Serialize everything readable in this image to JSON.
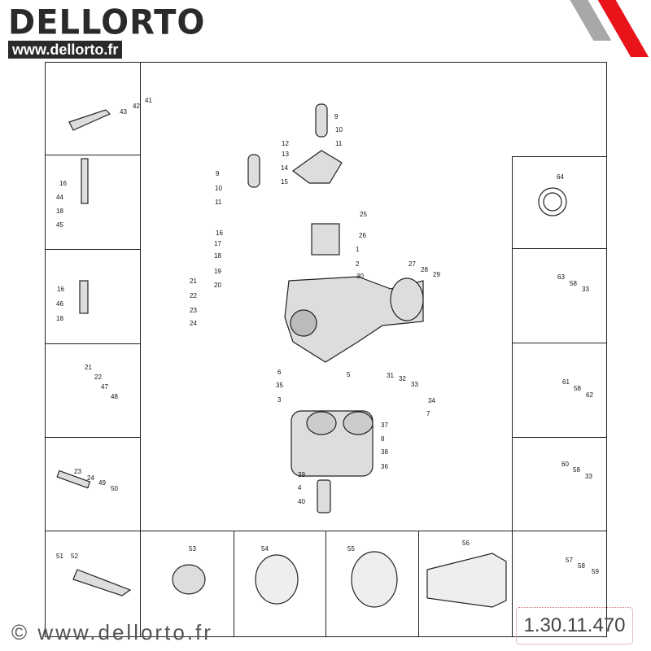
{
  "header": {
    "brand": "DELLORTO",
    "url_badge": "www.dellorto.fr",
    "accent_colors": {
      "red": "#e8141a",
      "grey": "#a8a8a8"
    }
  },
  "footer": {
    "copyright": "© www.dellorto.fr",
    "reference_number": "1.30.11.470"
  },
  "labels": {
    "left_box_1": [
      "41",
      "42",
      "43"
    ],
    "left_box_2": [
      "16",
      "44",
      "18",
      "45"
    ],
    "left_box_3": [
      "16",
      "46",
      "18"
    ],
    "left_box_4": [
      "21",
      "22",
      "47",
      "48"
    ],
    "left_box_5": [
      "23",
      "24",
      "49",
      "50"
    ],
    "bottom_box_1": [
      "51",
      "52"
    ],
    "bottom_box_2": [
      "53"
    ],
    "bottom_box_3": [
      "54"
    ],
    "bottom_box_4": [
      "55"
    ],
    "bottom_box_5": [
      "56"
    ],
    "bottom_box_6": [
      "57",
      "58",
      "59"
    ],
    "right_box_1": [
      "64"
    ],
    "right_box_2": [
      "63",
      "58",
      "33"
    ],
    "right_box_3": [
      "61",
      "58",
      "62"
    ],
    "right_box_4": [
      "60",
      "58",
      "33"
    ],
    "center": [
      "9",
      "10",
      "11",
      "12",
      "13",
      "14",
      "15",
      "9",
      "10",
      "11",
      "16",
      "17",
      "18",
      "19",
      "20",
      "21",
      "22",
      "23",
      "24",
      "25",
      "26",
      "1",
      "2",
      "27",
      "28",
      "29",
      "30",
      "5",
      "6",
      "35",
      "3",
      "31",
      "32",
      "33",
      "34",
      "7",
      "37",
      "8",
      "38",
      "36",
      "39",
      "4",
      "40"
    ]
  }
}
